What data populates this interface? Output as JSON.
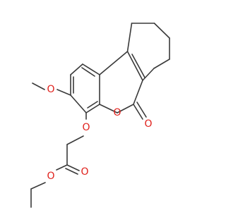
{
  "molecule": {
    "atom_labels": {
      "methoxy_oxygen": "O",
      "ring_oxygen": "O",
      "carbonyl_oxygen": "O",
      "ether_oxygen": "O",
      "ester_carbonyl_oxygen": "O",
      "ester_oxygen": "O"
    },
    "colors": {
      "bond": "#3a3a3a",
      "oxygen": "#e0201b",
      "background": "#ffffff"
    }
  }
}
